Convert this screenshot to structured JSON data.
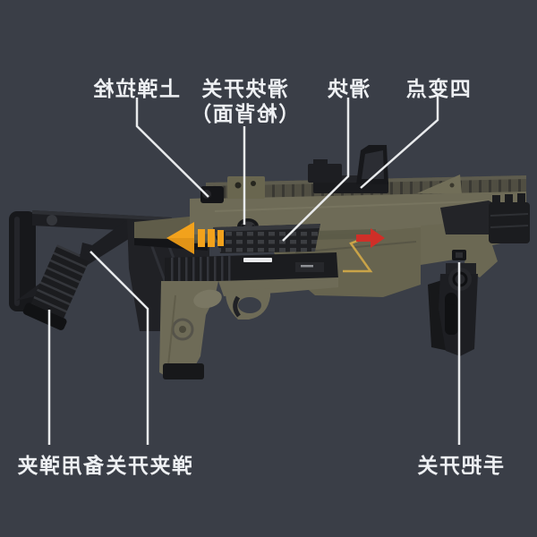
{
  "image": {
    "type": "annotated-product-diagram",
    "subject": "toy pistol carbine conversion kit, horizontally mirrored photo with part labels",
    "background_color": "#3a3e47"
  },
  "labels": {
    "charging_bolt": "上弹拉栓",
    "slide_switch": "滑块开关",
    "slide_switch_note": "（枪背面）",
    "slide": "滑块",
    "four_change_point": "四变点",
    "spare_magazine": "备用弹夹",
    "magazine_switch": "弹夹开关",
    "grip_switch": "手把开关"
  },
  "colors": {
    "background": "#3a3e47",
    "body_olive": "#6e6b57",
    "body_olive_dark": "#5b5946",
    "rail_olive": "#504e42",
    "black_parts": "#1b1c1f",
    "label_text": "#eef0f3",
    "leader_line": "#e8eaec",
    "arrow_orange": "#f2a21c",
    "arrow_red": "#cf2f28",
    "zigzag_gold": "#c9a348"
  },
  "icons": {
    "left_arrow": "orange-left-arrow-icon",
    "right_arrow": "red-right-arrow-icon"
  }
}
